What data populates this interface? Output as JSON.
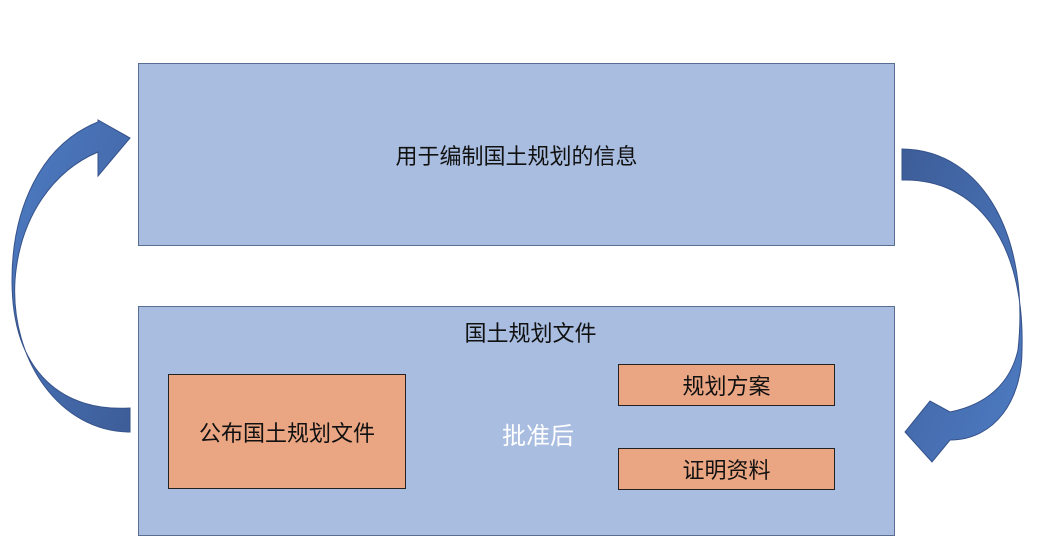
{
  "top_box": {
    "label": "用于编制国土规划的信息"
  },
  "bottom_box": {
    "title": "国土规划文件",
    "publish_label": "公布国土规划文件",
    "plan_label": "规划方案",
    "proof_label": "证明资料",
    "arrow_label": "批准后"
  },
  "colors": {
    "box_blue": "#a9bde0",
    "box_orange": "#eaa683",
    "arrow_blue": "#4a72b8"
  }
}
